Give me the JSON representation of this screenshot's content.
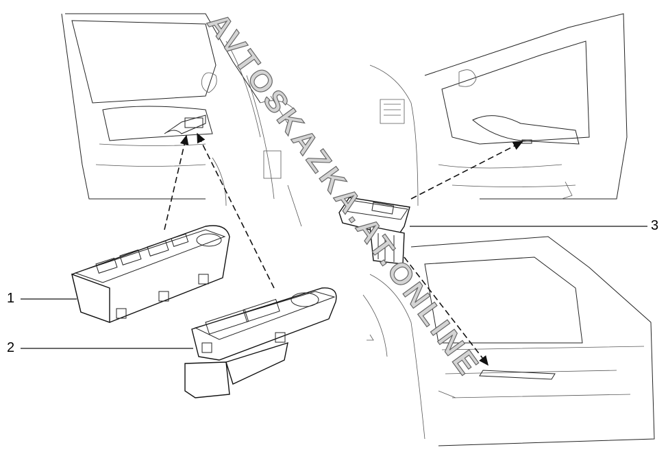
{
  "callouts": [
    {
      "label": "1"
    },
    {
      "label": "2"
    },
    {
      "label": "3"
    }
  ],
  "watermark": "AVTOSKAZKA.AT.ONLINE"
}
